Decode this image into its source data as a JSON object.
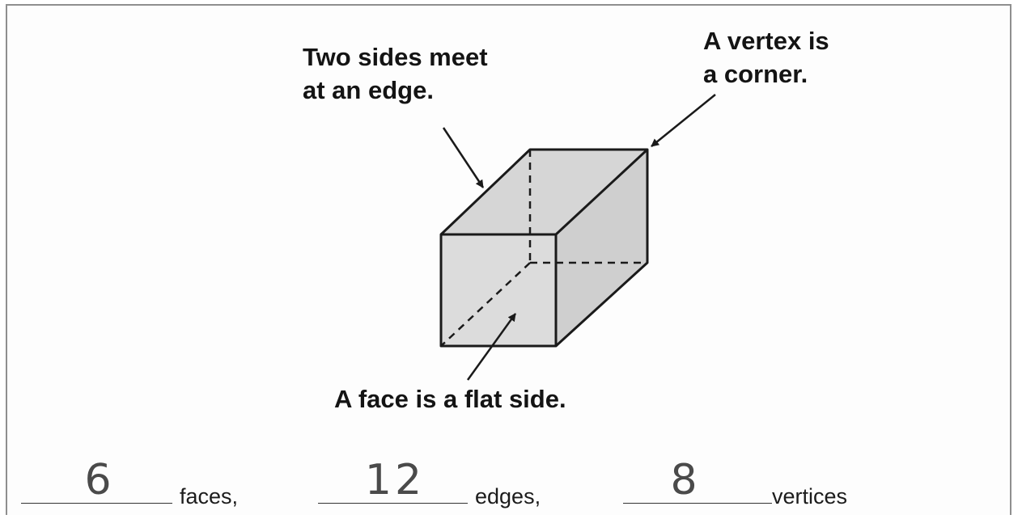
{
  "labels": {
    "edge": [
      "Two sides meet",
      "at an edge."
    ],
    "vertex": [
      "A vertex is",
      "a corner."
    ],
    "face": "A face is a flat side."
  },
  "answers": [
    {
      "value": "6",
      "unit": "faces,"
    },
    {
      "value": "12",
      "unit": "edges,"
    },
    {
      "value": "8",
      "unit": "vertices"
    }
  ],
  "colors": {
    "face_fill": "#dcdcdc",
    "edge_stroke": "#1a1a1a",
    "handwriting": "#4a4a4a"
  }
}
